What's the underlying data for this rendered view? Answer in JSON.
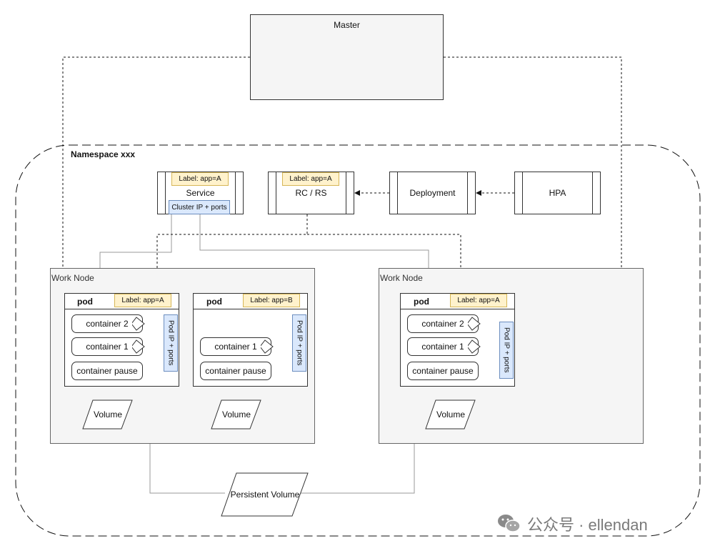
{
  "master": {
    "label": "Master"
  },
  "namespace": {
    "label": "Namespace xxx"
  },
  "service": {
    "title": "Service",
    "label": "Label: app=A",
    "cluster": "Cluster IP + ports"
  },
  "rcrs": {
    "title": "RC / RS",
    "label": "Label: app=A"
  },
  "deployment": {
    "title": "Deployment"
  },
  "hpa": {
    "title": "HPA"
  },
  "nodes": [
    {
      "title": "Work Node",
      "pods": [
        {
          "name": "pod",
          "label": "Label: app=A",
          "containers": [
            "container 2",
            "container 1"
          ],
          "pause": "container pause",
          "pod_ip": "Pod IP + ports"
        },
        {
          "name": "pod",
          "label": "Label: app=B",
          "containers": [
            "container 1"
          ],
          "pause": "container pause",
          "pod_ip": "Pod IP + ports"
        }
      ],
      "volumes": [
        "Volume",
        "Volume"
      ]
    },
    {
      "title": "Work Node",
      "pods": [
        {
          "name": "pod",
          "label": "Label: app=A",
          "containers": [
            "container 2",
            "container 1"
          ],
          "pause": "container pause",
          "pod_ip": "Pod IP + ports"
        }
      ],
      "volumes": [
        "Volume"
      ]
    }
  ],
  "persistent_volume": "Persistent Volume",
  "watermark": "公众号 · ellendan"
}
